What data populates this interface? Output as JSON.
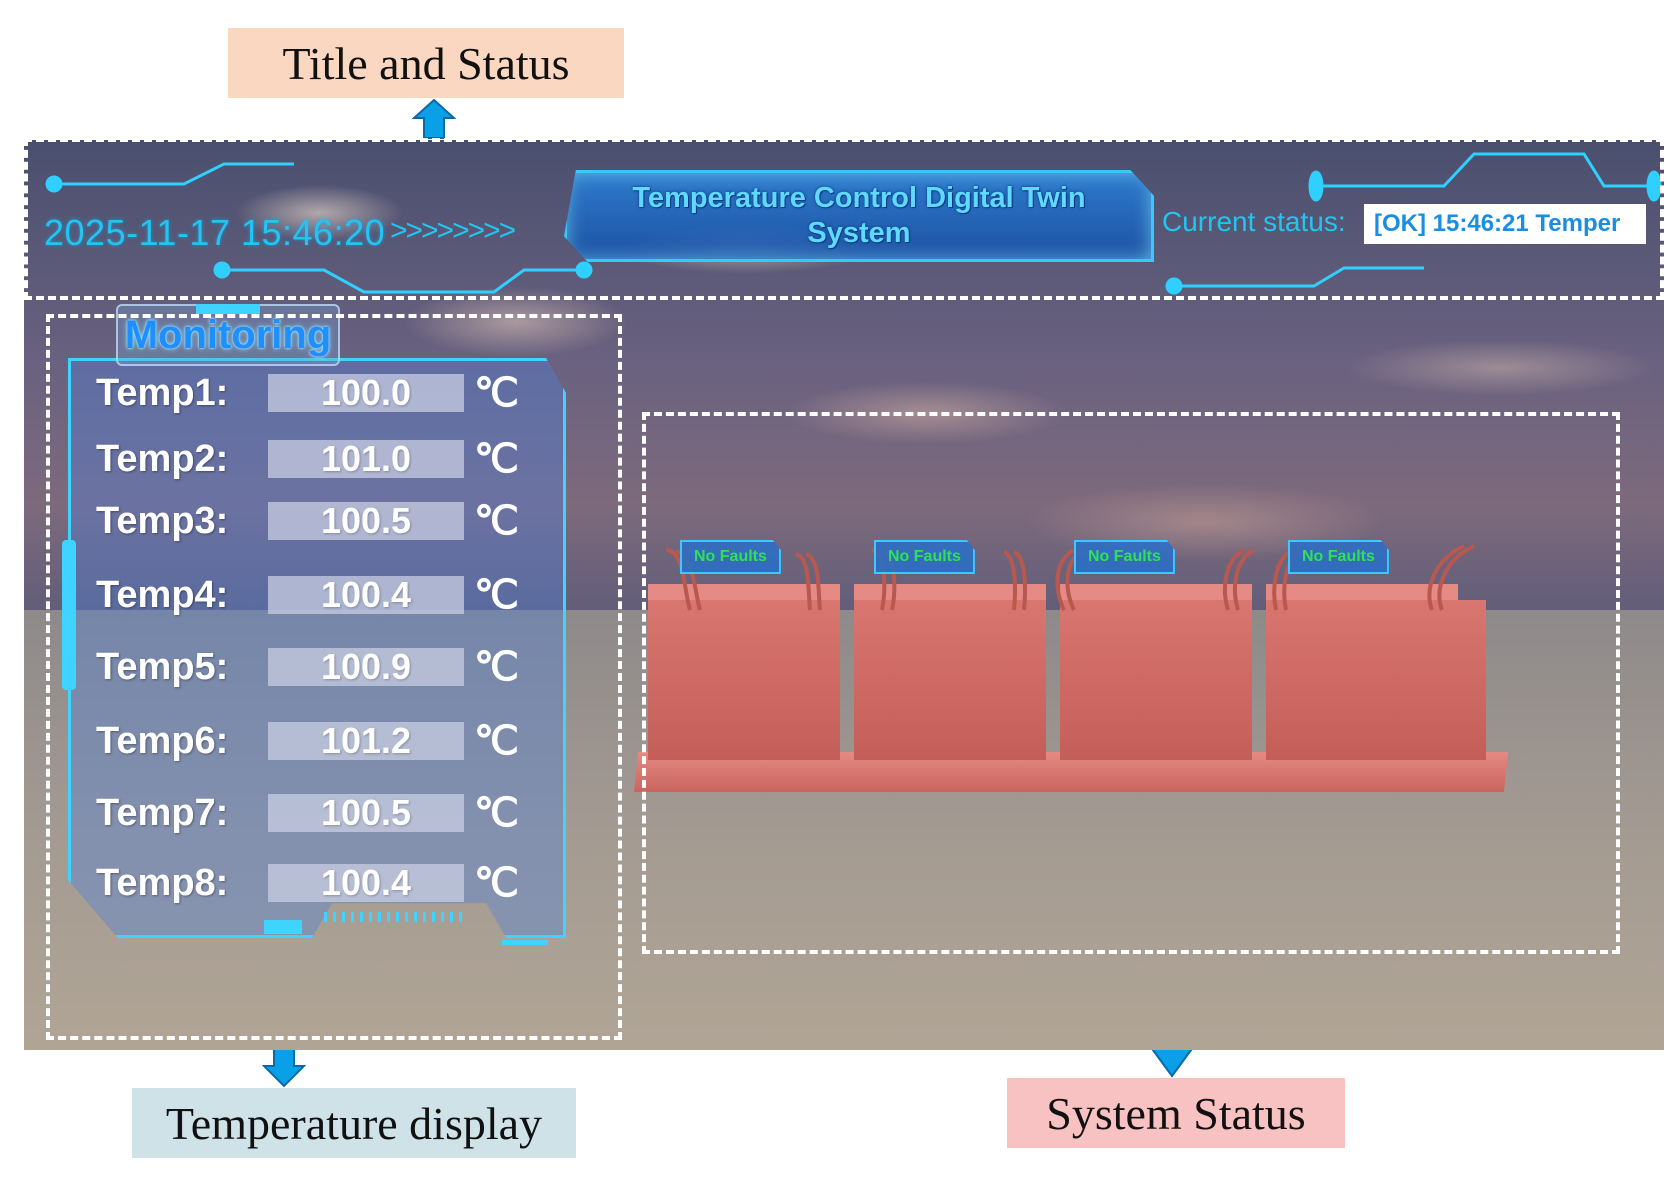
{
  "annotations": {
    "title_status": "Title and Status",
    "temperature_display": "Temperature display",
    "system_status": "System Status"
  },
  "header": {
    "datetime": "2025-11-17 15:46:20",
    "chevrons": ">>>>>>>>",
    "title": "Temperature Control Digital Twin System",
    "status_label": "Current status:",
    "status_value": "[OK] 15:46:21 Temper"
  },
  "monitoring": {
    "title": "Monitoring",
    "unit": "℃",
    "sensors": [
      {
        "label": "Temp1:",
        "value": "100.0"
      },
      {
        "label": "Temp2:",
        "value": "101.0"
      },
      {
        "label": "Temp3:",
        "value": "100.5"
      },
      {
        "label": "Temp4:",
        "value": "100.4"
      },
      {
        "label": "Temp5:",
        "value": "100.9"
      },
      {
        "label": "Temp6:",
        "value": "101.2"
      },
      {
        "label": "Temp7:",
        "value": "100.5"
      },
      {
        "label": "Temp8:",
        "value": "100.4"
      }
    ]
  },
  "system": {
    "units": [
      {
        "status": "No Faults"
      },
      {
        "status": "No Faults"
      },
      {
        "status": "No Faults"
      },
      {
        "status": "No Faults"
      }
    ]
  },
  "colors": {
    "accent": "#3fd3ff",
    "status_ok": "#2ee05a",
    "machine": "#d8766f"
  }
}
